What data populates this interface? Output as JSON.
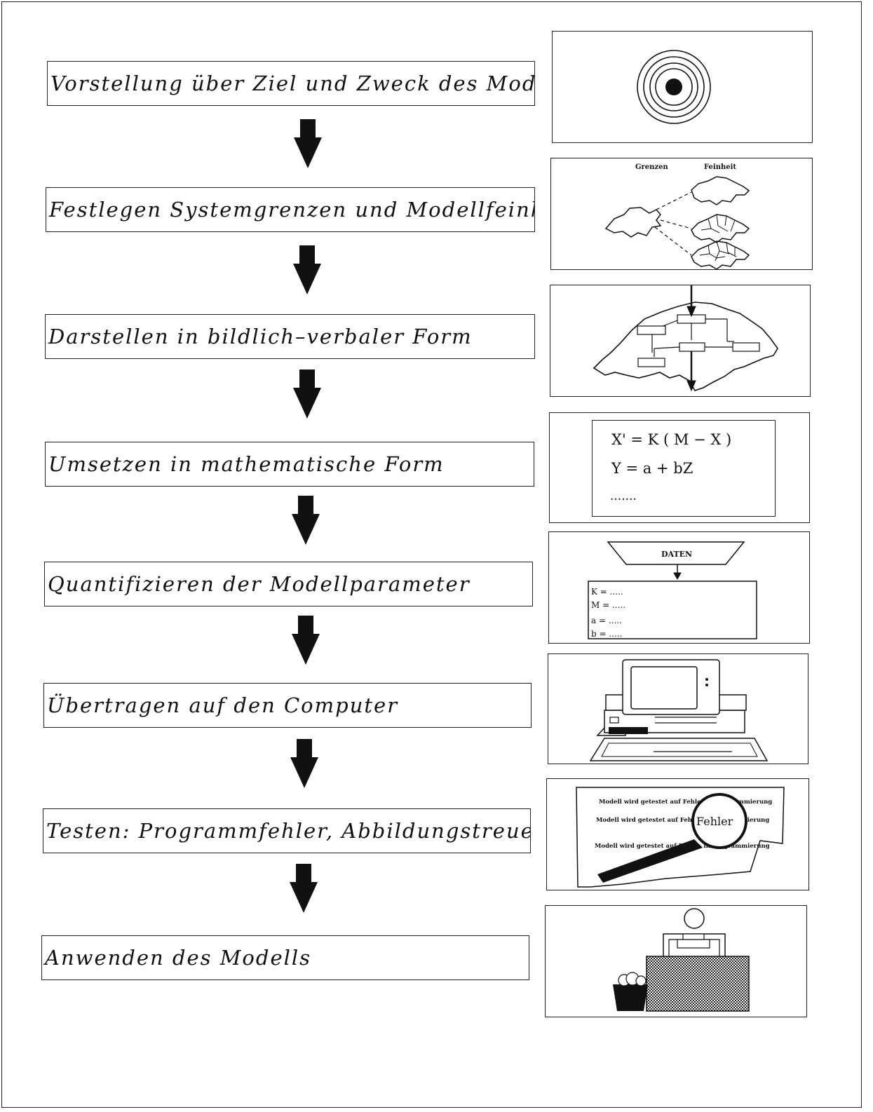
{
  "steps": [
    "Vorstellung über Ziel und Zweck des Modells",
    "Festlegen Systemgrenzen und Modellfeinheit",
    "Darstellen in bildlich–verbaler Form",
    "Umsetzen in mathematische Form",
    "Quantifizieren der Modellparameter",
    "Übertragen auf den Computer",
    "Testen: Programmfehler, Abbildungstreue",
    "Anwenden des Modells"
  ],
  "panel_boundaries": {
    "label_left": "Grenzen",
    "label_right": "Feinheit"
  },
  "panel_math": {
    "line1": "X' = K ( M − X )",
    "line2": "Y = a + bZ",
    "line3": "......."
  },
  "panel_params": {
    "data_label": "DATEN",
    "params": [
      "K = .....",
      "M = .....",
      "a = .....",
      "b = ....."
    ]
  },
  "panel_test": {
    "lines": [
      "Modell wird getestet auf Fehler in Programmierung",
      "Modell wird getestet auf Fehler in Programmierung",
      "Modell wird getestet auf Fehler, in Programmierung"
    ],
    "magnifier_label": "Fehler"
  }
}
